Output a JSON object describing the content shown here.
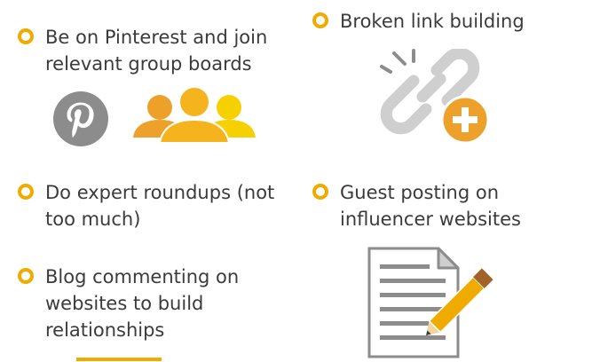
{
  "items": [
    {
      "lines": [
        "Be on Pinterest and join",
        "relevant group boards"
      ]
    },
    {
      "lines": [
        "Broken link building"
      ]
    },
    {
      "lines": [
        "Do expert roundups (not",
        "too much)"
      ]
    },
    {
      "lines": [
        "Guest posting on",
        "influencer websites"
      ]
    },
    {
      "lines": [
        "Blog commenting on",
        "websites to build",
        "relationships"
      ]
    }
  ],
  "icons": {
    "bullet": "circle-bullet-icon",
    "pinterest": "pinterest-logo",
    "group": "group-people-icon",
    "chain": "broken-link-add-icon",
    "document": "document-pencil-icon"
  },
  "colors": {
    "accent": "#f0ab00",
    "people_left": "#eda12b",
    "people_center": "#f5b41d",
    "people_right": "#f7d000",
    "gray_icon": "#8c8c8c",
    "chain_gray": "#cfcfcf",
    "text": "#3b3b3b"
  }
}
